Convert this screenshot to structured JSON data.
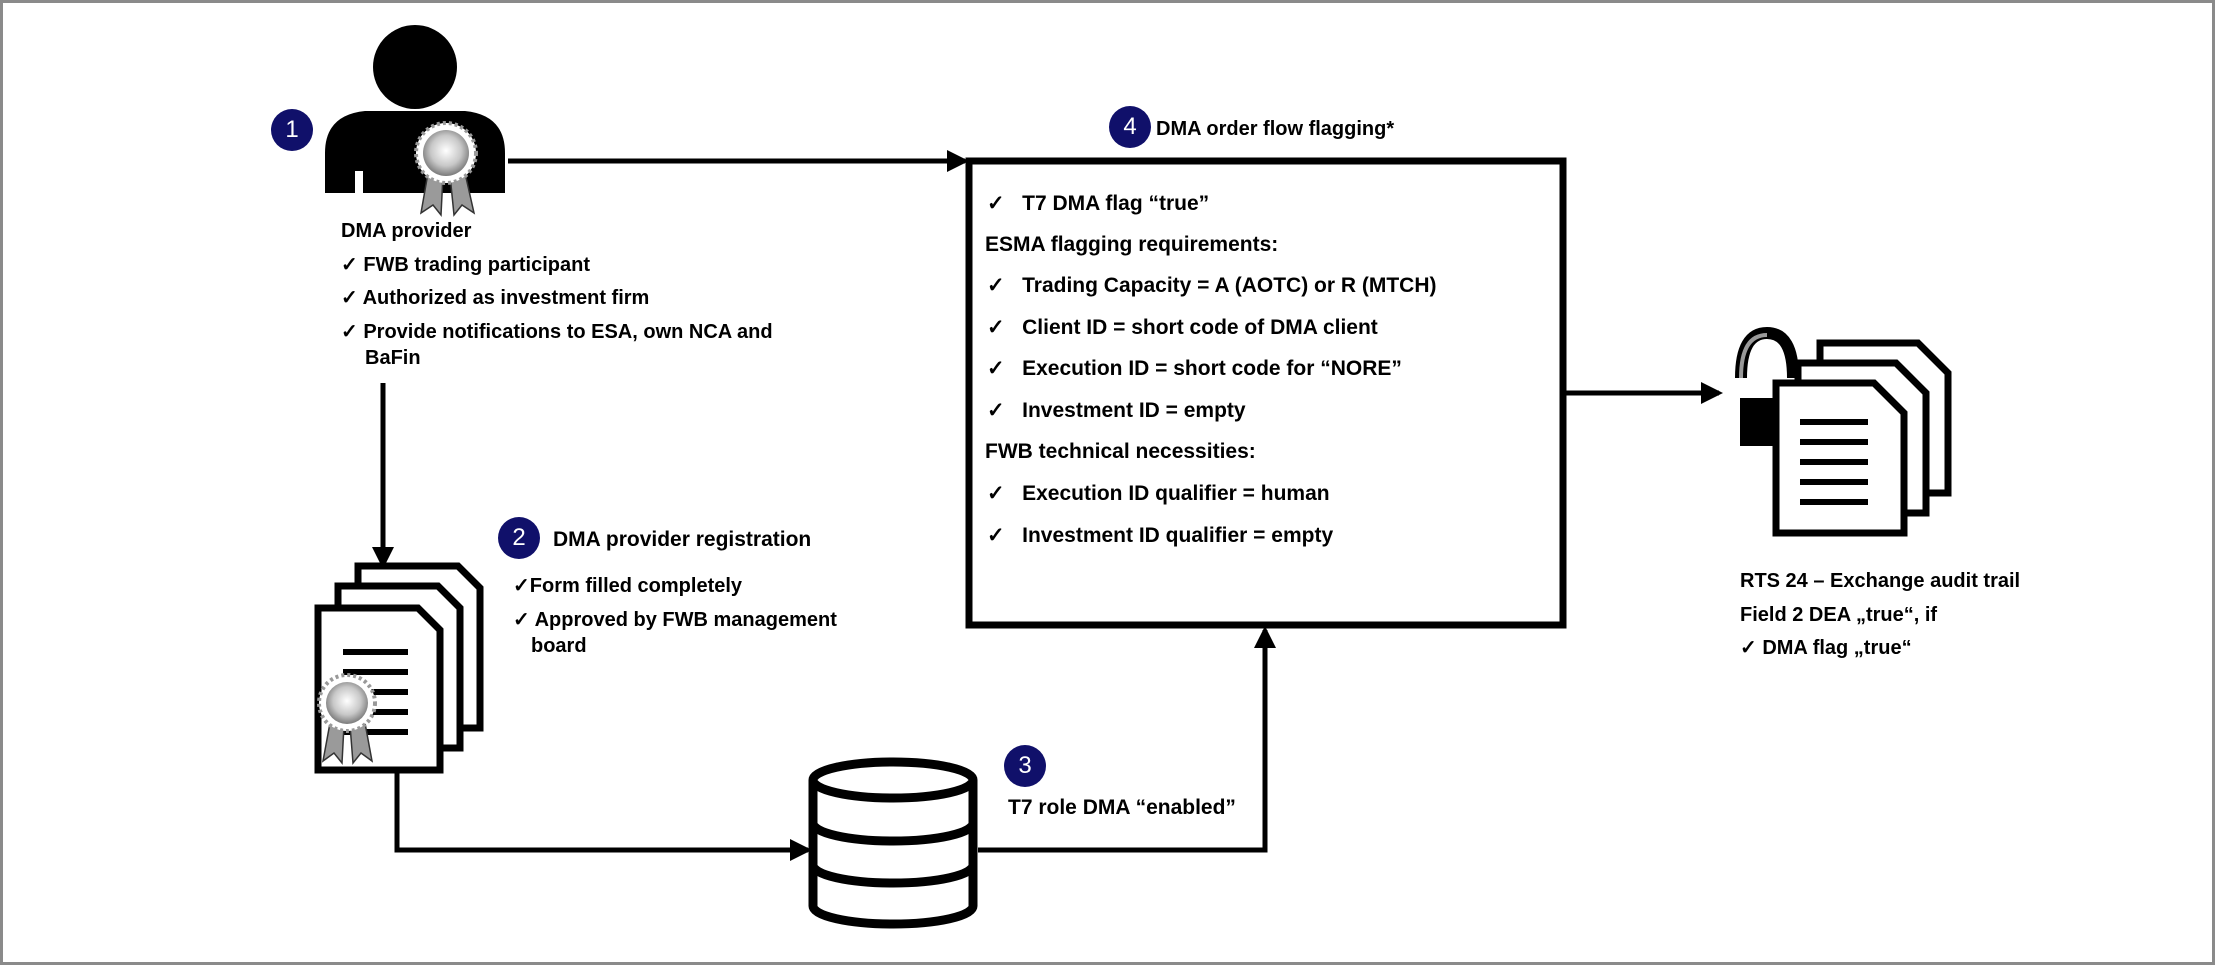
{
  "steps": {
    "provider": {
      "number": "1",
      "title": "DMA provider",
      "checks": [
        "FWB trading participant",
        "Authorized as investment firm",
        "Provide notifications to ESA, own NCA and",
        "BaFin"
      ]
    },
    "registration": {
      "number": "2",
      "title": "DMA provider registration",
      "checks": [
        "Form filled completely",
        "Approved by FWB management",
        "board"
      ]
    },
    "role": {
      "number": "3",
      "title": "T7 role DMA “enabled”"
    },
    "flagging": {
      "number": "4",
      "title": "DMA order flow flagging*",
      "flag_line": "T7 DMA flag “true”",
      "esma_heading": "ESMA flagging requirements:",
      "esma_items": [
        "Trading Capacity = A (AOTC) or R (MTCH)",
        "Client ID = short code of DMA client",
        "Execution ID = short code for “NORE”",
        "Investment ID = empty"
      ],
      "fwb_heading": "FWB technical necessities:",
      "fwb_items": [
        "Execution ID qualifier = human",
        "Investment ID qualifier = empty"
      ]
    }
  },
  "audit": {
    "line1": "RTS 24 – Exchange audit trail",
    "line2": "Field 2 DEA „true“, if",
    "check": "DMA flag „true“"
  },
  "check_mark": "✓",
  "icons": [
    "person-icon",
    "certificate-seal-icon",
    "documents-icon",
    "database-icon",
    "locked-documents-icon"
  ],
  "colors": {
    "step_circle": "#10106a",
    "border": "#8a8a8a",
    "ink": "#000000"
  }
}
